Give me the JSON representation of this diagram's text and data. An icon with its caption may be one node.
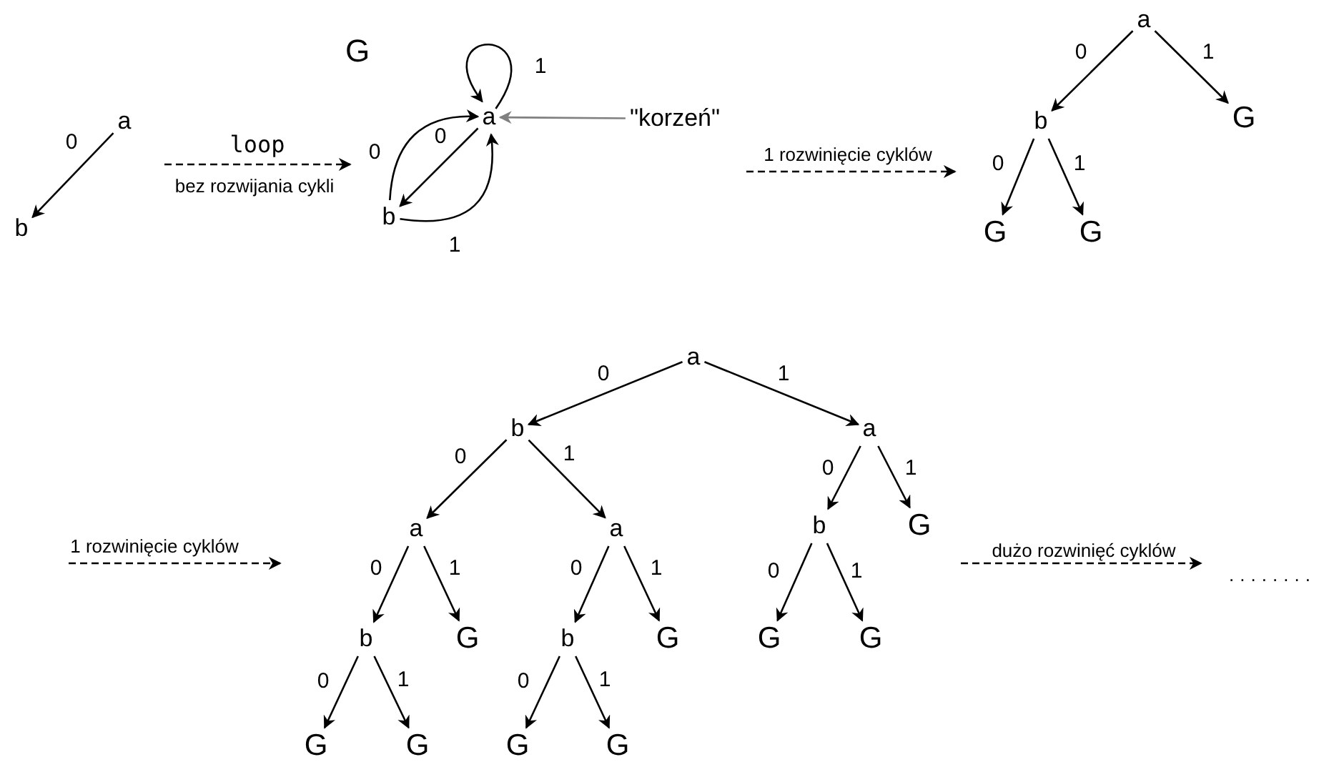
{
  "diagram": {
    "nodes": [
      {
        "text": [
          "a"
        ]
      },
      {
        "text": [
          "b"
        ]
      },
      {
        "text": [
          "a"
        ]
      },
      {
        "text": [
          "b"
        ]
      },
      {
        "text": [
          "\"korzeń\""
        ]
      },
      {
        "text": [
          "a"
        ]
      },
      {
        "text": [
          "b"
        ]
      },
      {
        "text": [
          "G"
        ]
      },
      {
        "text": [
          "G"
        ]
      },
      {
        "text": [
          "G"
        ]
      },
      {
        "text": [
          "a"
        ]
      },
      {
        "text": [
          "b"
        ]
      },
      {
        "text": [
          "a"
        ]
      },
      {
        "text": [
          "a"
        ]
      },
      {
        "text": [
          "a"
        ]
      },
      {
        "text": [
          "b"
        ]
      },
      {
        "text": [
          "G"
        ]
      },
      {
        "text": [
          "b"
        ]
      },
      {
        "text": [
          "G"
        ]
      },
      {
        "text": [
          "b"
        ]
      },
      {
        "text": [
          "G"
        ]
      },
      {
        "text": [
          "G"
        ]
      },
      {
        "text": [
          "G"
        ]
      },
      {
        "text": [
          "G"
        ]
      },
      {
        "text": [
          "G"
        ]
      },
      {
        "text": [
          "G"
        ]
      },
      {
        "text": [
          "G"
        ]
      }
    ],
    "edges": [
      {
        "from": 0,
        "to": 1,
        "arrow": "to",
        "label": "0"
      },
      {
        "from": 2,
        "to": 3,
        "arrow": "to",
        "label": "0"
      },
      {
        "from": 3,
        "to": 2,
        "arrow": "to",
        "label": "0"
      },
      {
        "from": 3,
        "to": 2,
        "arrow": "to",
        "label": "1"
      },
      {
        "from": 2,
        "to": 2,
        "arrow": "to",
        "label": "1"
      },
      {
        "from": 4,
        "to": 2,
        "arrow": "to",
        "color": "#808080"
      },
      {
        "from": 5,
        "to": 6,
        "arrow": "to",
        "label": "0"
      },
      {
        "from": 5,
        "to": 7,
        "arrow": "to",
        "label": "1"
      },
      {
        "from": 6,
        "to": 8,
        "arrow": "to",
        "label": "0"
      },
      {
        "from": 6,
        "to": 9,
        "arrow": "to",
        "label": "1"
      },
      {
        "from": 10,
        "to": 11,
        "arrow": "to",
        "label": "0"
      },
      {
        "from": 10,
        "to": 12,
        "arrow": "to",
        "label": "1"
      },
      {
        "from": 11,
        "to": 13,
        "arrow": "to",
        "label": "0"
      },
      {
        "from": 11,
        "to": 14,
        "arrow": "to",
        "label": "1"
      },
      {
        "from": 12,
        "to": 15,
        "arrow": "to",
        "label": "0"
      },
      {
        "from": 12,
        "to": 16,
        "arrow": "to",
        "label": "1"
      },
      {
        "from": 13,
        "to": 17,
        "arrow": "to",
        "label": "0"
      },
      {
        "from": 13,
        "to": 18,
        "arrow": "to",
        "label": "1"
      },
      {
        "from": 14,
        "to": 19,
        "arrow": "to",
        "label": "0"
      },
      {
        "from": 14,
        "to": 20,
        "arrow": "to",
        "label": "1"
      },
      {
        "from": 15,
        "to": 21,
        "arrow": "to",
        "label": "0"
      },
      {
        "from": 15,
        "to": 22,
        "arrow": "to",
        "label": "1"
      },
      {
        "from": 17,
        "to": 23,
        "arrow": "to",
        "label": "0"
      },
      {
        "from": 17,
        "to": 24,
        "arrow": "to",
        "label": "1"
      },
      {
        "from": 19,
        "to": 25,
        "arrow": "to",
        "label": "0"
      },
      {
        "from": 19,
        "to": 26,
        "arrow": "to",
        "label": "1"
      }
    ],
    "labels": [
      "G",
      "loop",
      "bez rozwijania cykli",
      "1 rozwinięcie cyklów",
      "1 rozwinięcie cyklów",
      "dużo rozwinięć cyklów",
      "........"
    ]
  }
}
